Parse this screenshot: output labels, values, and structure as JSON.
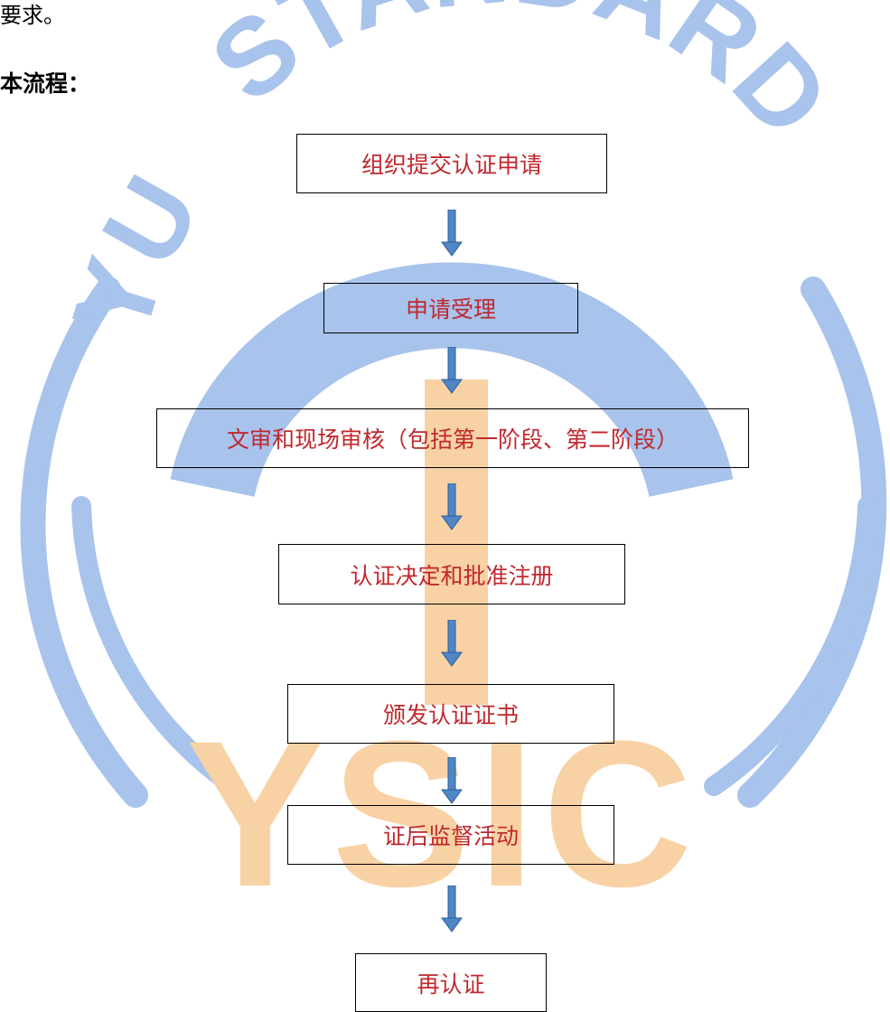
{
  "watermark": {
    "text_arc_left": "YU",
    "text_arc_right": "STANDARD",
    "text_bottom": "YSIC",
    "blue": "#a8c3ec",
    "orange": "#f8d2a4"
  },
  "page": {
    "top_text": "要求。",
    "section_title": "本流程："
  },
  "flow": {
    "box_text_color": "#c0282d",
    "arrow_color": "#4f86c6",
    "steps": [
      "组织提交认证申请",
      "申请受理",
      "文审和现场审核（包括第一阶段、第二阶段）",
      "认证决定和批准注册",
      "颁发认证证书",
      "证后监督活动",
      "再认证"
    ]
  }
}
